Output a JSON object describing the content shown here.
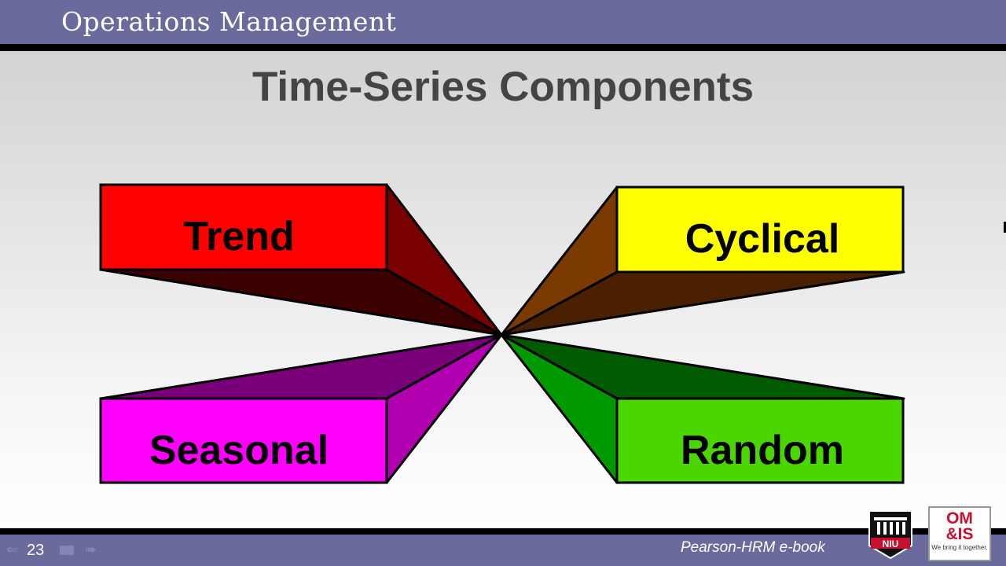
{
  "header": {
    "title": "Operations Management"
  },
  "slide": {
    "title": "Time-Series Components",
    "components": [
      {
        "label": "Trend",
        "color": "#ff0000"
      },
      {
        "label": "Cyclical",
        "color": "#ffff00"
      },
      {
        "label": "Seasonal",
        "color": "#ff00ff"
      },
      {
        "label": "Random",
        "color": "#4cd600"
      }
    ]
  },
  "footer": {
    "slide_number": "23",
    "source": "Pearson-HRM e-book",
    "nav_prev_icon": "arrow-left-icon",
    "nav_menu_icon": "slide-menu-icon",
    "nav_next_icon": "arrow-right-icon"
  },
  "logos": {
    "niu": {
      "text": "NIU"
    },
    "omis": {
      "line1": "OM",
      "line2": "&IS",
      "tagline": "We bring it together."
    }
  },
  "colors": {
    "header_bar": "#6a6a9c",
    "trend_front": "#ff0000",
    "cyclical_front": "#ffff00",
    "seasonal_front": "#ff00ff",
    "random_front": "#4cd600"
  }
}
